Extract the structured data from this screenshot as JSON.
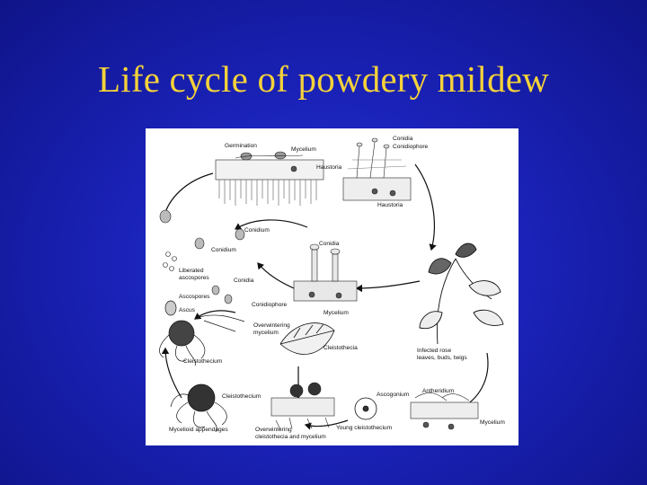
{
  "slide": {
    "title": "Life cycle of powdery mildew"
  },
  "diagram": {
    "labels": {
      "germination": "Germination",
      "mycelium_top": "Mycelium",
      "haustoria_top": "Haustoria",
      "conidia_top": "Conidia",
      "conidiophore_top": "Conidiophore",
      "haustoria_right": "Haustoria",
      "conidium_mid": "Conidium",
      "conidium_left": "Conidium",
      "conidia_mid": "Conidia",
      "liberated": "Liberated",
      "ascospores_lib": "ascospores",
      "conidia_lower": "Conidia",
      "ascospores": "Ascospores",
      "ascus": "Ascus",
      "conidiophore_mid": "Conidiophore",
      "mycelium_mid": "Mycelium",
      "overwintering": "Overwintering",
      "mycelium_ow": "mycelium",
      "cleistothecia_mid": "Cleistothecia",
      "infected": "Infected  rose",
      "leaves": "leaves,  buds,  twigs",
      "cleistothecium_left": "Cleistothecium",
      "cleistothecium_low": "Cleistothecium",
      "ascogonium": "Ascogonium",
      "antheridium": "Antheridium",
      "mycelium_low": "Mycelium",
      "young_cleisto": "Young  cleistothecium",
      "mycelioid": "Mycelioid  appendages",
      "overwintering_low": "Overwintering",
      "cleisto_and_mycelium": "cleistothecia  and  mycelium"
    }
  }
}
